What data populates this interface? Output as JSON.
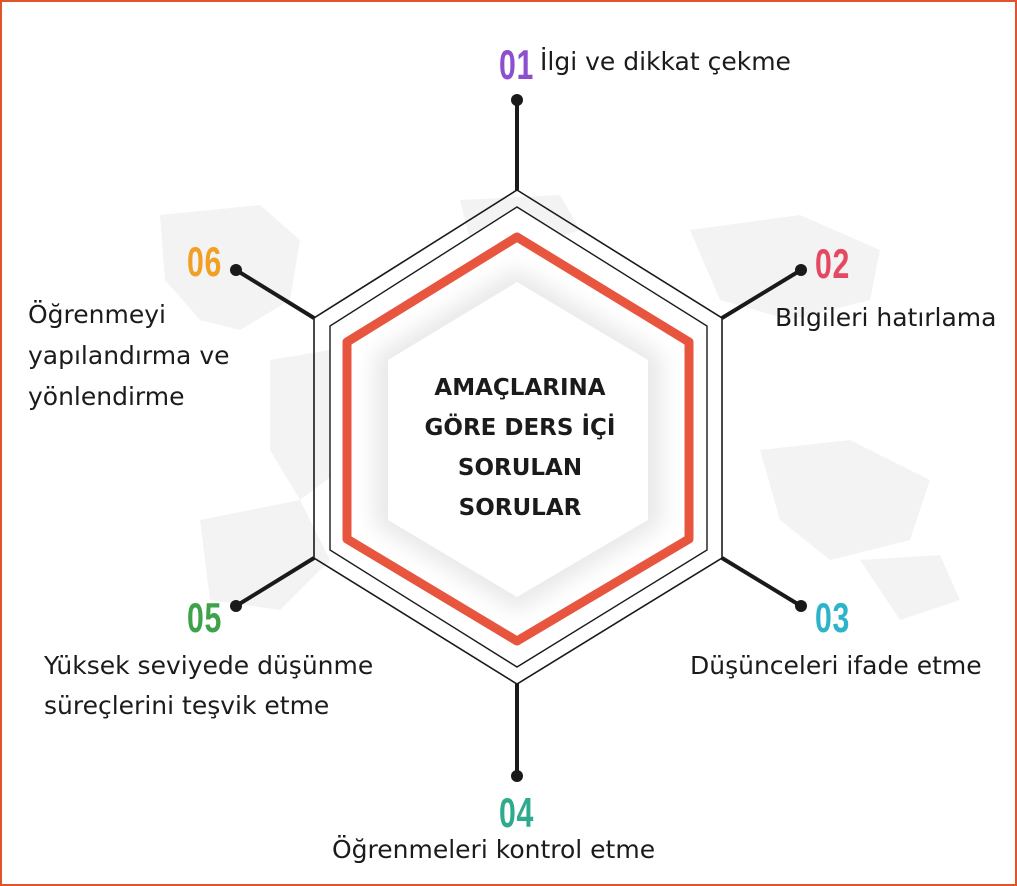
{
  "center_title_lines": [
    "AMAÇLARINA",
    "GÖRE DERS İÇİ",
    "SORULAN",
    "SORULAR"
  ],
  "items": [
    {
      "number": "01",
      "color": "#8d4fd0",
      "lines": [
        "İlgi ve dikkat çekme"
      ]
    },
    {
      "number": "02",
      "color": "#e64862",
      "lines": [
        "Bilgileri hatırlama"
      ]
    },
    {
      "number": "03",
      "color": "#2cb4c8",
      "lines": [
        "Düşünceleri ifade etme"
      ]
    },
    {
      "number": "04",
      "color": "#2eaa8c",
      "lines": [
        "Öğrenmeleri kontrol etme"
      ]
    },
    {
      "number": "05",
      "color": "#3da24a",
      "lines": [
        "Yüksek seviyede düşünme",
        "süreçlerini teşvik etme"
      ]
    },
    {
      "number": "06",
      "color": "#f0a024",
      "lines": [
        "Öğrenmeyi",
        "yapılandırma ve",
        "yönlendirme"
      ]
    }
  ],
  "colors": {
    "frame": "#e0542c",
    "hexagon": "#e8553e",
    "outline": "#1a1a1a"
  }
}
